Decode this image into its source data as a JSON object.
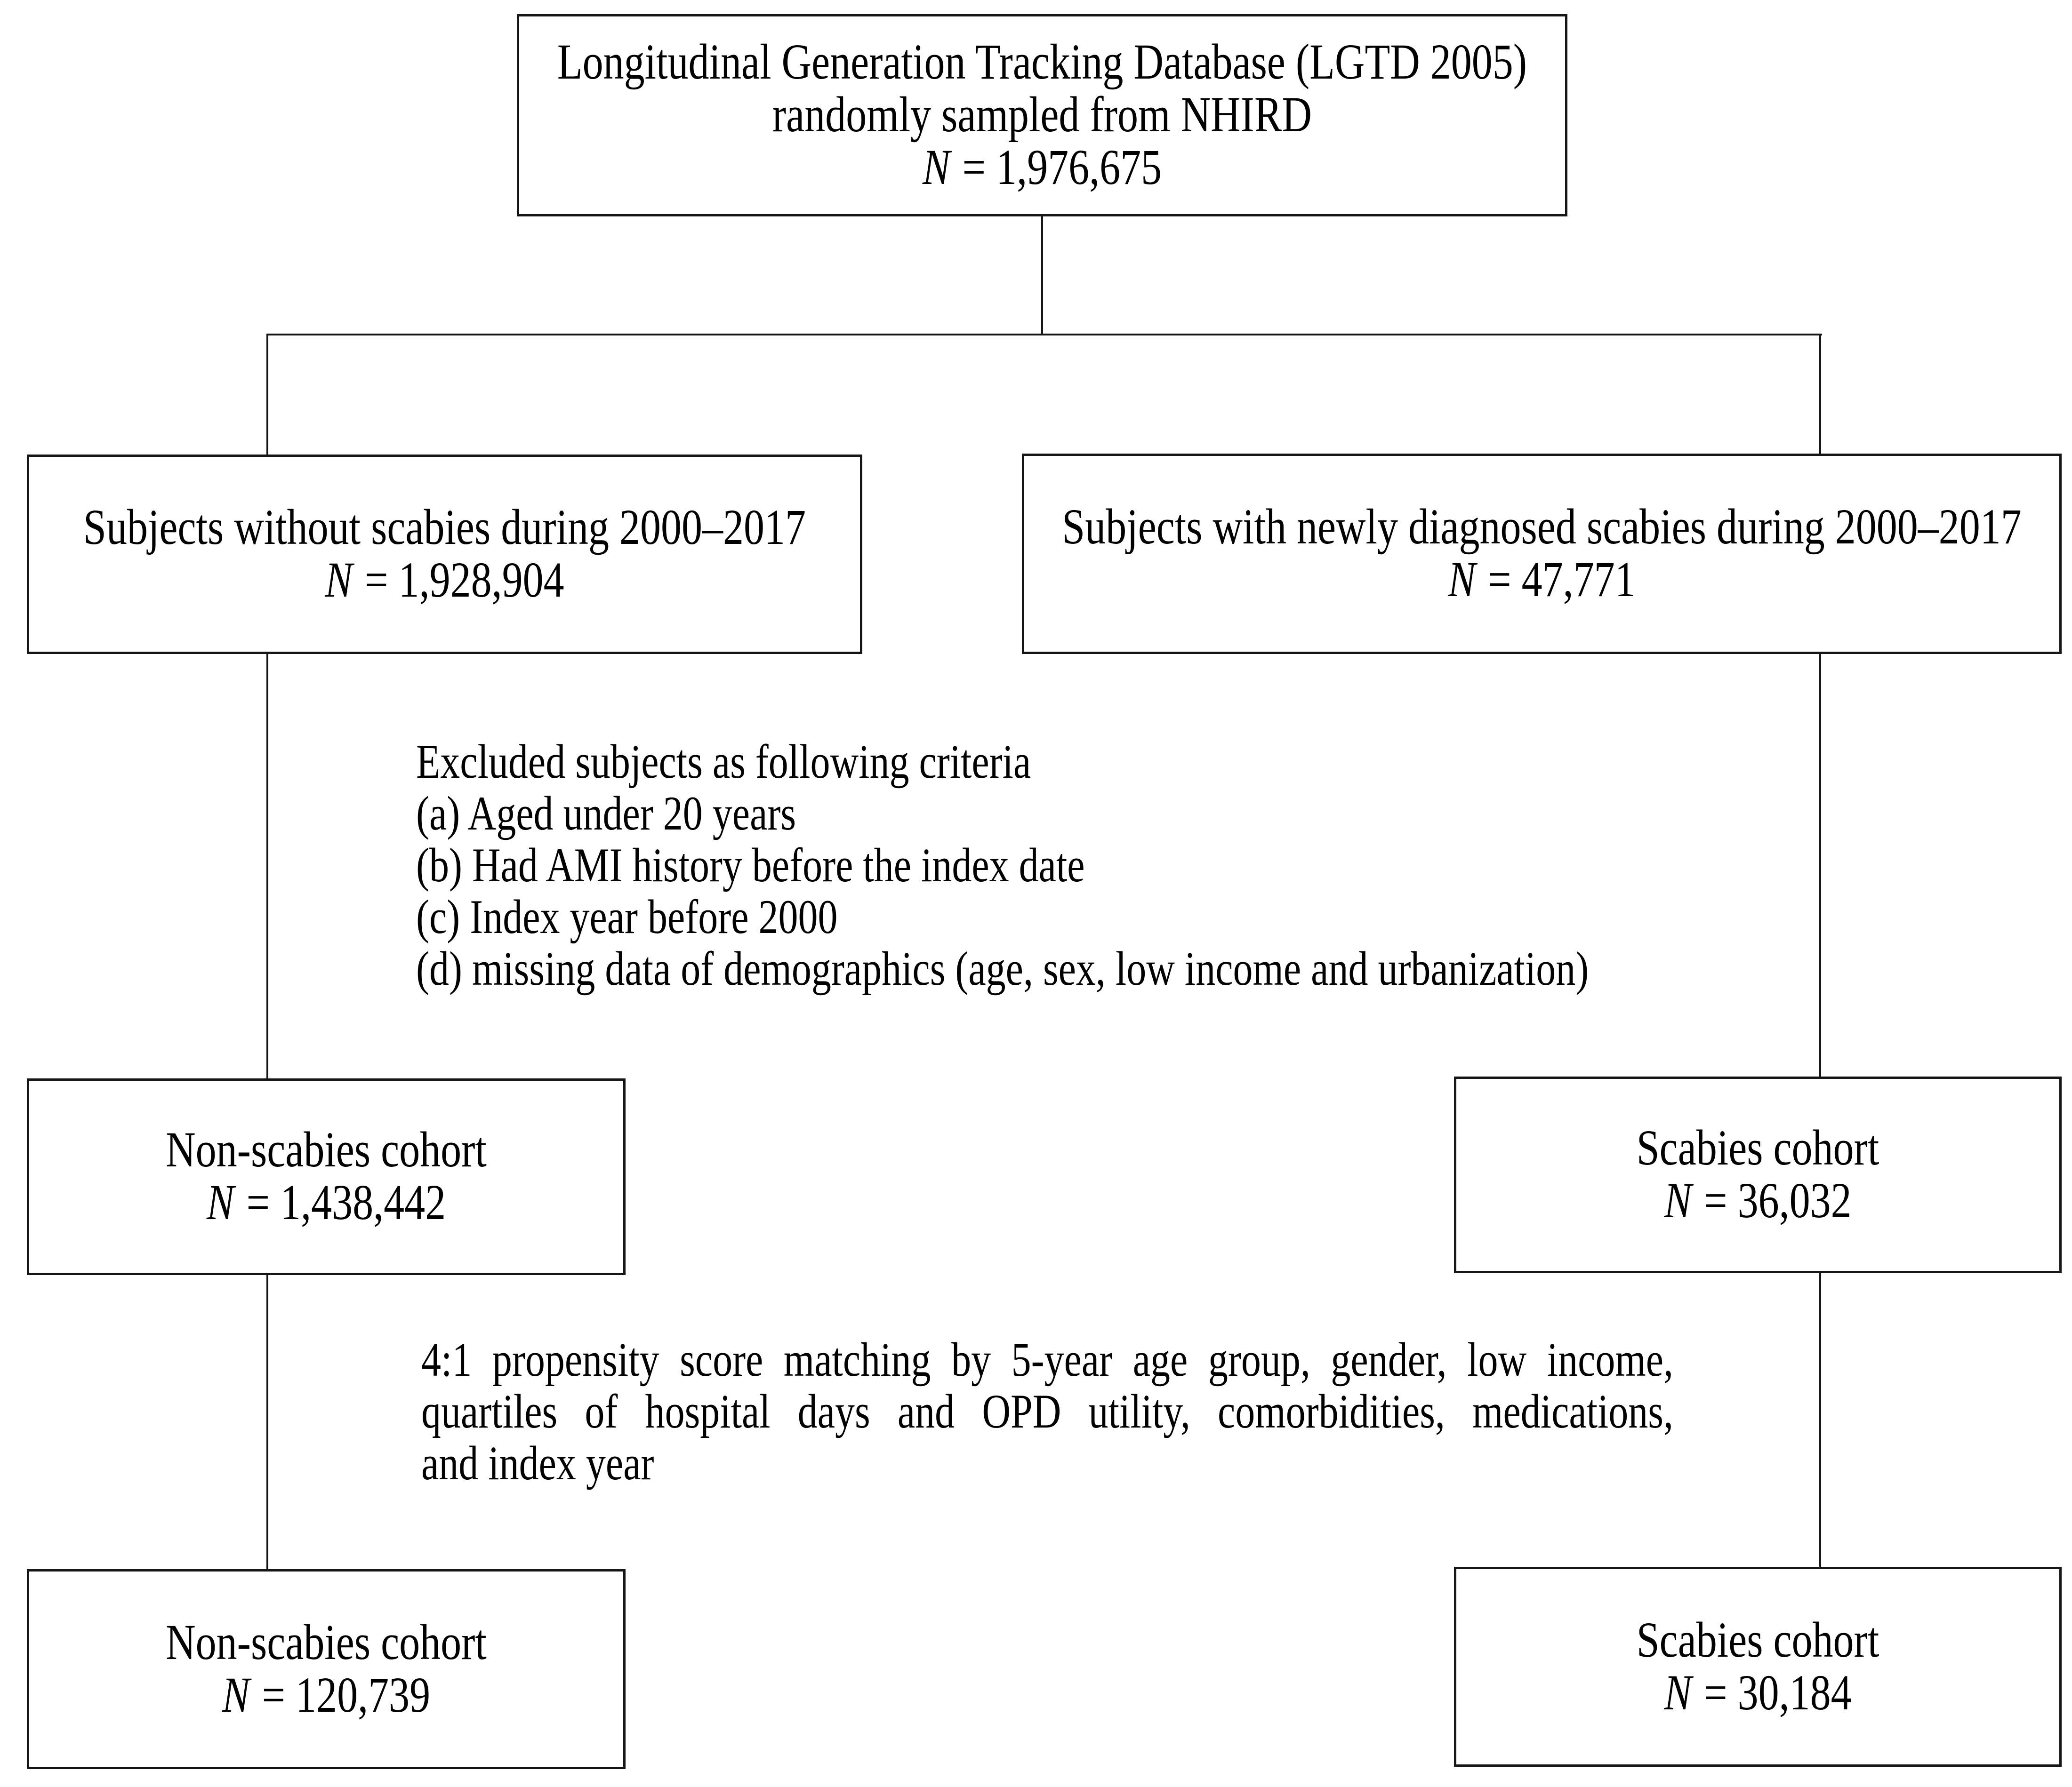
{
  "figure": {
    "boxes": {
      "source": {
        "line1": "Longitudinal Generation Tracking Database (LGTD 2005)",
        "line2": "randomly sampled from NHIRD",
        "n_symbol": "N",
        "n_value": "= 1,976,675"
      },
      "no_scabies": {
        "title": "Subjects without scabies during 2000–2017",
        "n_symbol": "N",
        "n_value": "= 1,928,904"
      },
      "scabies": {
        "title": "Subjects with newly diagnosed scabies during 2000–2017",
        "n_symbol": "N",
        "n_value": "= 47,771"
      },
      "non_scabies_cohort": {
        "title": "Non-scabies cohort",
        "n_symbol": "N",
        "n_value": "= 1,438,442"
      },
      "scabies_cohort": {
        "title": "Scabies cohort",
        "n_symbol": "N",
        "n_value": "= 36,032"
      },
      "non_scabies_matched": {
        "title": "Non-scabies cohort",
        "n_symbol": "N",
        "n_value": "= 120,739"
      },
      "scabies_matched": {
        "title": "Scabies cohort",
        "n_symbol": "N",
        "n_value": "= 30,184"
      }
    },
    "exclusion": {
      "lines": [
        "Excluded subjects as following criteria",
        "(a) Aged under 20 years",
        "(b) Had AMI history before the index date",
        "(c) Index year before 2000",
        "(d) missing data of demographics (age, sex, low income and urbanization)"
      ]
    },
    "matching": {
      "lines": [
        "4:1 propensity score matching by 5-year age group, gender, low income,",
        "quartiles of hospital days and OPD utility, comorbidities, medications,",
        "and index year"
      ]
    },
    "colors": {
      "line": "#161616",
      "text": "#000000",
      "background": "#ffffff"
    }
  }
}
